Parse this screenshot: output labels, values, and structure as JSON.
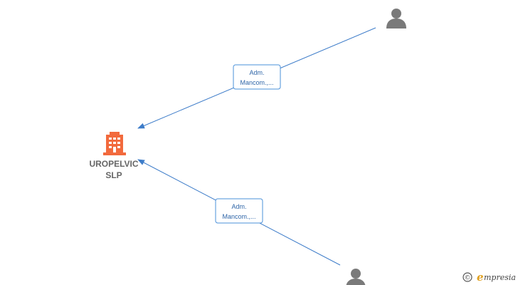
{
  "company": {
    "name_line1": "UROPELVIC",
    "name_line2": "SLP",
    "icon": "building-icon",
    "color": "#f26a3d"
  },
  "persons": [
    {
      "icon": "person-icon",
      "color": "#7a7a7a"
    },
    {
      "icon": "person-icon",
      "color": "#7a7a7a"
    }
  ],
  "relations": [
    {
      "label_line1": "Adm.",
      "label_line2": "Mancom.,..."
    },
    {
      "label_line1": "Adm.",
      "label_line2": "Mancom.,..."
    }
  ],
  "edge_color": "#3d7cc9",
  "footer": {
    "copyright_symbol": "©",
    "brand_initial": "e",
    "brand_rest": "mpresia"
  }
}
